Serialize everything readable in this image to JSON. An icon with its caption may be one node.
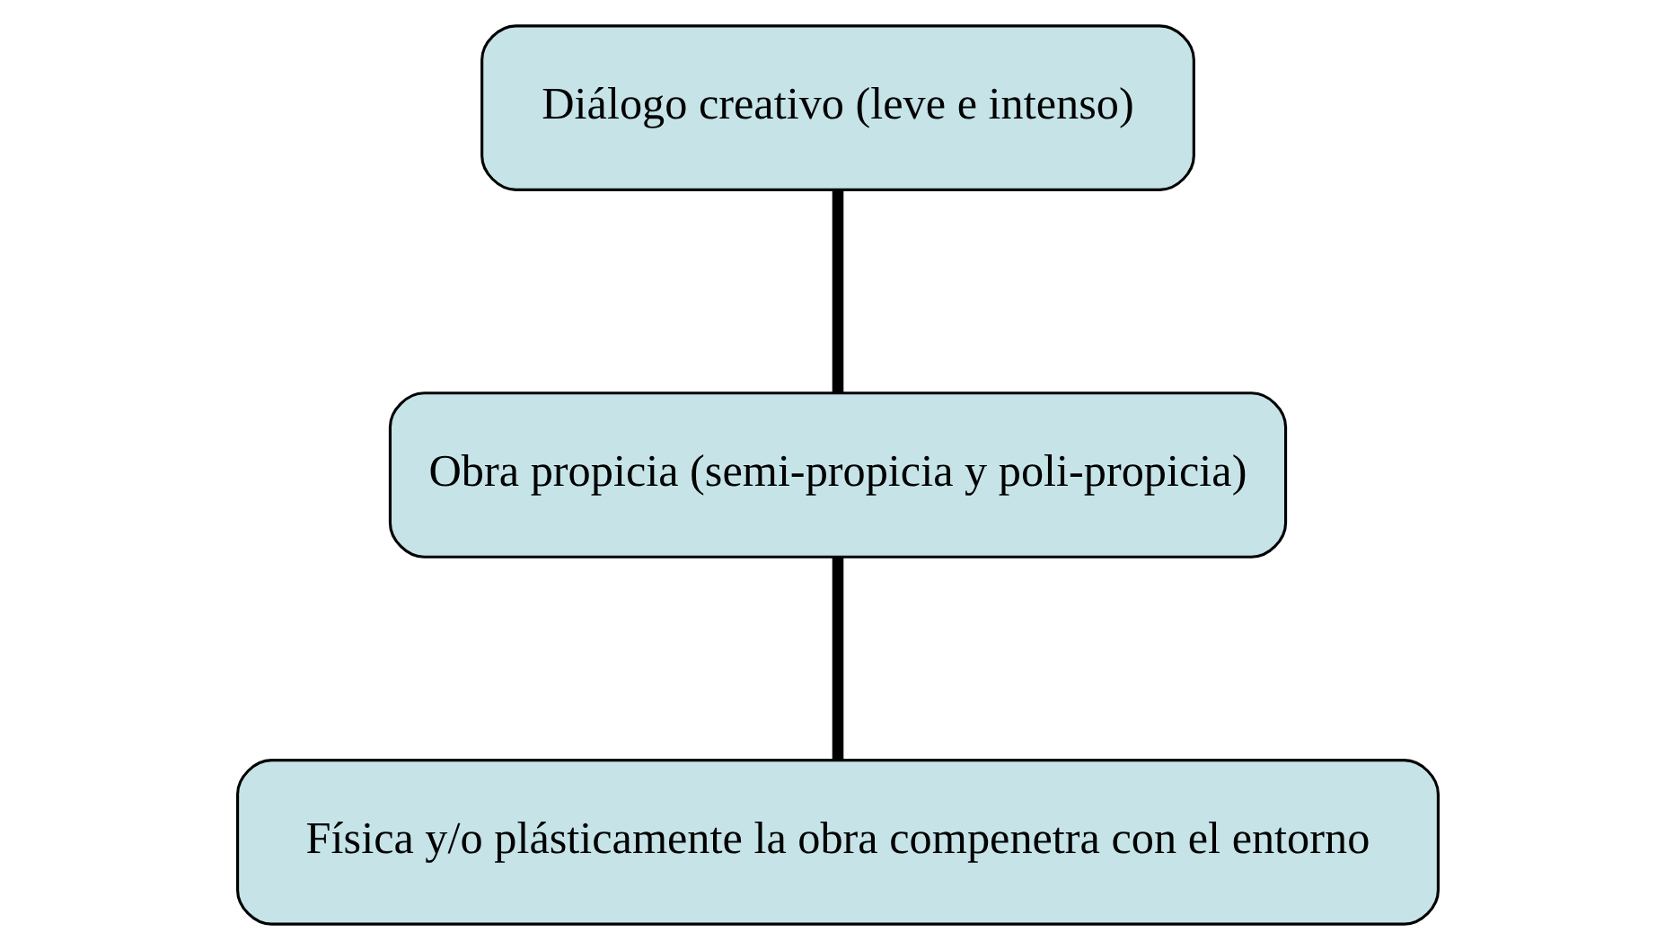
{
  "diagram": {
    "nodes": [
      {
        "text": [
          "Diálogo creativo (leve e intenso)"
        ]
      },
      {
        "text": [
          "Obra propicia (semi-propicia y poli-propicia)"
        ]
      },
      {
        "text": [
          "Física y/o plásticamente la obra compenetra con el entorno"
        ]
      }
    ],
    "edges": [
      {
        "from": 0,
        "to": 1,
        "arrow": "none"
      },
      {
        "from": 1,
        "to": 2,
        "arrow": "none"
      }
    ]
  }
}
